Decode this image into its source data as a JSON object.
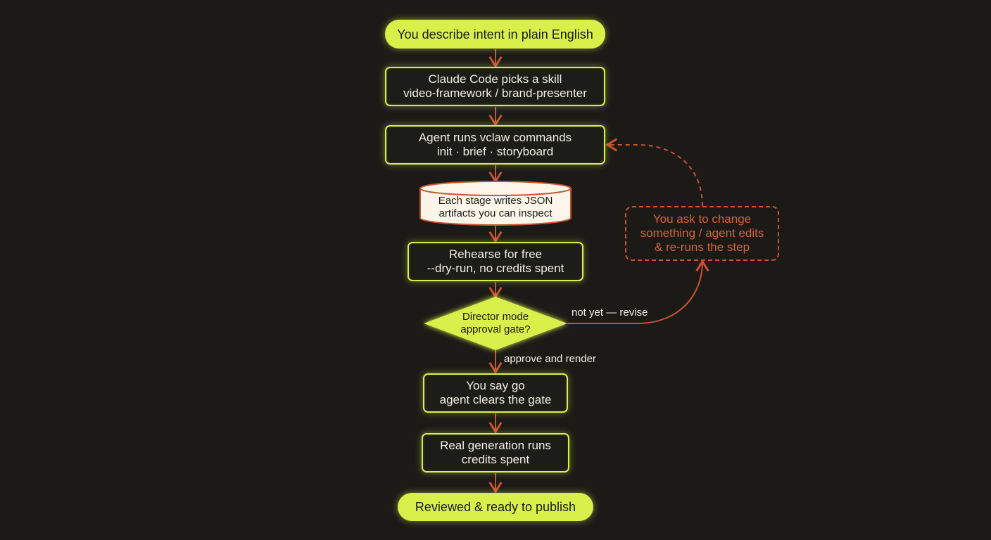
{
  "nodes": {
    "start": {
      "line1": "You describe intent in plain English"
    },
    "skill": {
      "line1": "Claude Code picks a skill",
      "line2": "video-framework / brand-presenter"
    },
    "commands": {
      "line1": "Agent runs vclaw commands",
      "line2": "init · brief · storyboard"
    },
    "artifacts": {
      "line1": "Each stage writes JSON",
      "line2": "artifacts you can inspect"
    },
    "rehearse": {
      "line1": "Rehearse for free",
      "line2": "--dry-run, no credits spent"
    },
    "gate": {
      "line1": "Director mode",
      "line2": "approval gate?"
    },
    "go": {
      "line1": "You say go",
      "line2": "agent clears the gate"
    },
    "generation": {
      "line1": "Real generation runs",
      "line2": "credits spent"
    },
    "end": {
      "line1": "Reviewed & ready to publish"
    },
    "revise": {
      "line1": "You ask to change",
      "line2": "something / agent edits",
      "line3": "& re-runs the step"
    }
  },
  "edges": {
    "not_yet": "not yet — revise",
    "approve": "approve and render"
  },
  "colors": {
    "background": "#1b1a17",
    "accent": "#d8f04a",
    "arrow": "#c9532f",
    "text_light": "#f1efe6",
    "cylinder_fill": "#fbf5ea"
  }
}
